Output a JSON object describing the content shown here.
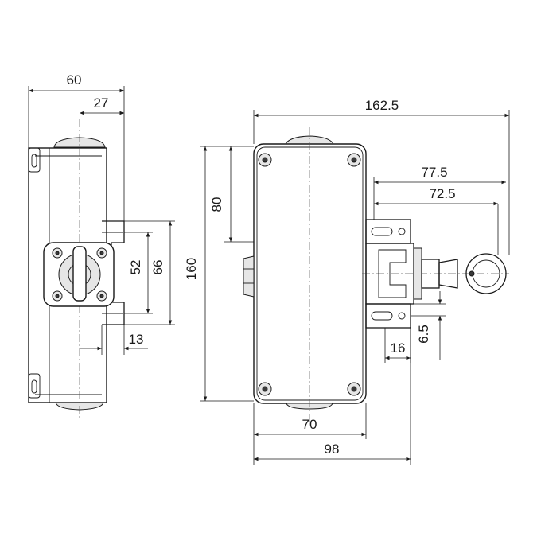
{
  "dimensions": {
    "side_view": {
      "overall_width": "60",
      "offset_width": "27",
      "mount_inner": "52",
      "mount_outer": "66",
      "plate_depth": "13"
    },
    "front_view": {
      "overall_length": "162.5",
      "height": "160",
      "hole_spacing_vertical": "80",
      "ring_reach": "77.5",
      "rod_reach": "72.5",
      "plate_width": "16",
      "plate_offset": "6.5",
      "body_width": "70",
      "total_width": "98"
    }
  }
}
